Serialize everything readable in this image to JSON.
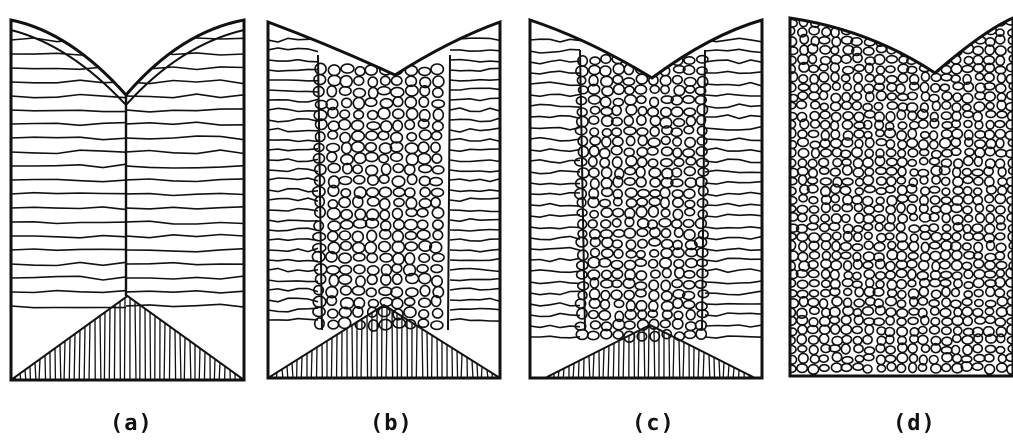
{
  "panels": [
    {
      "id": "a",
      "caption": "(a)",
      "structure": "columnar-with-chill-zone"
    },
    {
      "id": "b",
      "caption": "(b)",
      "structure": "columnar-chill-equiaxed-core"
    },
    {
      "id": "c",
      "caption": "(c)",
      "structure": "thin-columnar-chill-equiaxed-core"
    },
    {
      "id": "d",
      "caption": "(d)",
      "structure": "fully-equiaxed"
    }
  ],
  "colors": {
    "ink": "#111111",
    "paper": "#ffffff"
  }
}
